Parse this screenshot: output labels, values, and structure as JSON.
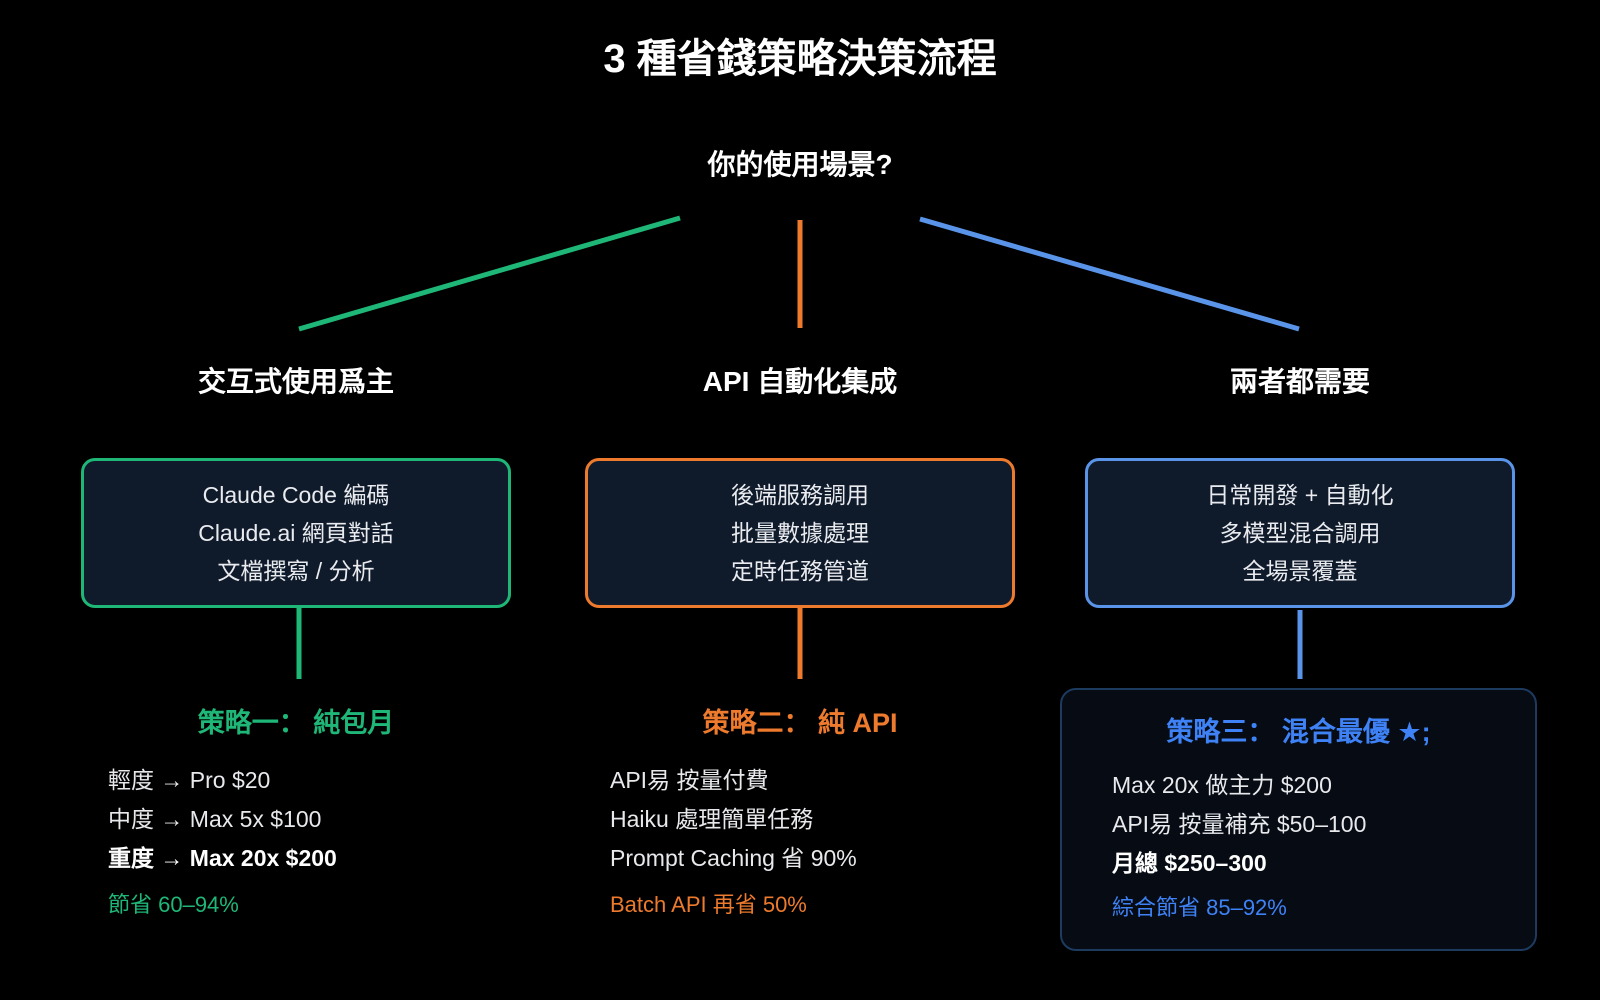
{
  "title": "3 種省錢策略決策流程",
  "root_question": "你的使用場景?",
  "colors": {
    "bg": "#000000",
    "text": "#ffffff",
    "body_text": "#e8e9ec",
    "box_bg": "#0f1a2b",
    "box_text": "#e9ebef",
    "green": "#1eb777",
    "orange": "#ed7a2d",
    "blue": "#5a94e8",
    "blue_accent": "#3e82f5",
    "strategy3_border": "#1d3a5f",
    "strategy3_bg": "#060b14"
  },
  "branches": [
    {
      "label": "交互式使用爲主",
      "box_lines": [
        "Claude Code 編碼",
        "Claude.ai 網頁對話",
        "文檔撰寫 / 分析"
      ],
      "strategy": {
        "title": "策略一： 純包月",
        "items": [
          "輕度 → Pro $20",
          "中度 → Max 5x $100",
          "重度 → Max 20x $200"
        ],
        "note": "節省 60–94%"
      }
    },
    {
      "label": "API 自動化集成",
      "box_lines": [
        "後端服務調用",
        "批量數據處理",
        "定時任務管道"
      ],
      "strategy": {
        "title": "策略二： 純 API",
        "items": [
          "API易 按量付費",
          "Haiku 處理簡單任務",
          "Prompt Caching 省 90%"
        ],
        "note": "Batch API 再省 50%"
      }
    },
    {
      "label": "兩者都需要",
      "box_lines": [
        "日常開發 + 自動化",
        "多模型混合調用",
        "全場景覆蓋"
      ],
      "strategy": {
        "title": "策略三： 混合最優 ★;",
        "items": [
          "Max 20x 做主力 $200",
          "API易 按量補充 $50–100",
          "月總 $250–300"
        ],
        "note": "綜合節省 85–92%"
      }
    }
  ]
}
